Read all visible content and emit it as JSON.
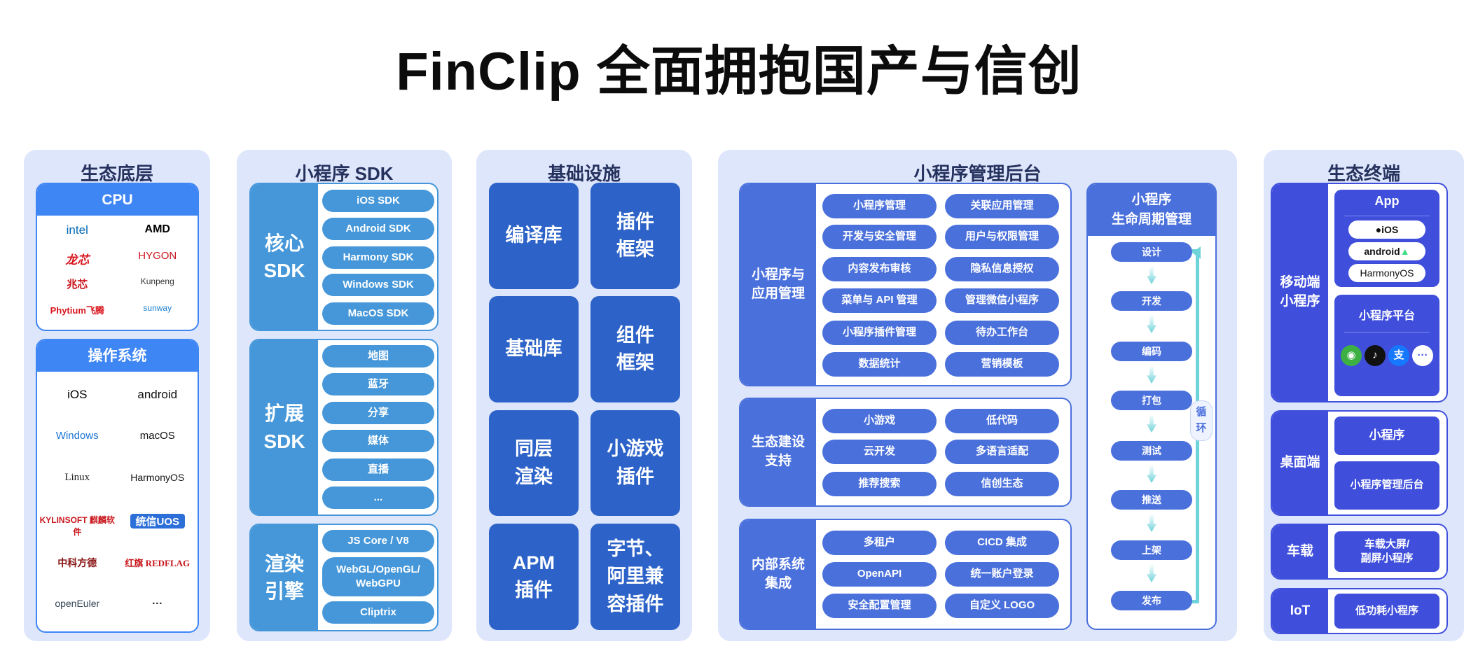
{
  "title": "FinClip 全面拥抱国产与信创",
  "colors": {
    "panel_bg": "#dee6fc",
    "col1": "#3f86f5",
    "col2": "#4597d9",
    "col3": "#2d63c8",
    "col4": "#4a70dc",
    "col5": "#3f4fdc",
    "loop": "#6fd3da"
  },
  "eco_base": {
    "title": "生态底层",
    "cpu": {
      "title": "CPU",
      "logos": [
        "intel",
        "AMD",
        "龙芯",
        "HYGON",
        "兆芯",
        "Kunpeng",
        "Phytium飞腾",
        "sunway"
      ]
    },
    "os": {
      "title": "操作系统",
      "logos": [
        "iOS",
        "android",
        "Windows",
        "macOS",
        "Linux",
        "HarmonyOS",
        "KYLINSOFT 麒麟软件",
        "统信UOS",
        "中科方德",
        "红旗 REDFLAG",
        "openEuler",
        "···"
      ]
    }
  },
  "sdk": {
    "title": "小程序 SDK",
    "groups": [
      {
        "label": "核心\nSDK",
        "items": [
          "iOS SDK",
          "Android SDK",
          "Harmony SDK",
          "Windows SDK",
          "MacOS SDK"
        ]
      },
      {
        "label": "扩展\nSDK",
        "items": [
          "地图",
          "蓝牙",
          "分享",
          "媒体",
          "直播",
          "..."
        ]
      },
      {
        "label": "渲染\n引擎",
        "items": [
          "JS Core / V8",
          "WebGL/OpenGL/\nWebGPU",
          "Cliptrix"
        ]
      }
    ]
  },
  "infra": {
    "title": "基础设施",
    "tiles": [
      "编译库",
      "插件\n框架",
      "基础库",
      "组件\n框架",
      "同层\n渲染",
      "小游戏\n插件",
      "APM\n插件",
      "字节、\n阿里兼\n容插件"
    ]
  },
  "admin": {
    "title": "小程序管理后台",
    "groups": [
      {
        "label": "小程序与\n应用管理",
        "items": [
          "小程序管理",
          "关联应用管理",
          "开发与安全管理",
          "用户与权限管理",
          "内容发布审核",
          "隐私信息授权",
          "菜单与 API 管理",
          "管理微信小程序",
          "小程序插件管理",
          "待办工作台",
          "数据统计",
          "营销模板"
        ]
      },
      {
        "label": "生态建设\n支持",
        "items": [
          "小游戏",
          "低代码",
          "云开发",
          "多语言适配",
          "推荐搜索",
          "信创生态"
        ]
      },
      {
        "label": "内部系统\n集成",
        "items": [
          "多租户",
          "CICD 集成",
          "OpenAPI",
          "统一账户登录",
          "安全配置管理",
          "自定义 LOGO"
        ]
      }
    ],
    "lifecycle": {
      "title": "小程序\n生命周期管理",
      "steps": [
        "设计",
        "开发",
        "编码",
        "打包",
        "测试",
        "推送",
        "上架",
        "发布"
      ],
      "loop": "循\n环"
    }
  },
  "terminal": {
    "title": "生态终端",
    "mobile": {
      "label": "移动端\n小程序",
      "app_title": "App",
      "app_items": [
        "iOS",
        "android",
        "HarmonyOS"
      ],
      "platform_title": "小程序平台",
      "platform_icons": [
        "wechat-icon",
        "douyin-icon",
        "alipay-icon",
        "more-icon"
      ]
    },
    "desktop": {
      "label": "桌面端",
      "items": [
        "小程序",
        "小程序管理后台"
      ]
    },
    "car": {
      "label": "车载",
      "items": [
        "车载大屏/\n副屏小程序"
      ]
    },
    "iot": {
      "label": "IoT",
      "items": [
        "低功耗小程序"
      ]
    }
  }
}
